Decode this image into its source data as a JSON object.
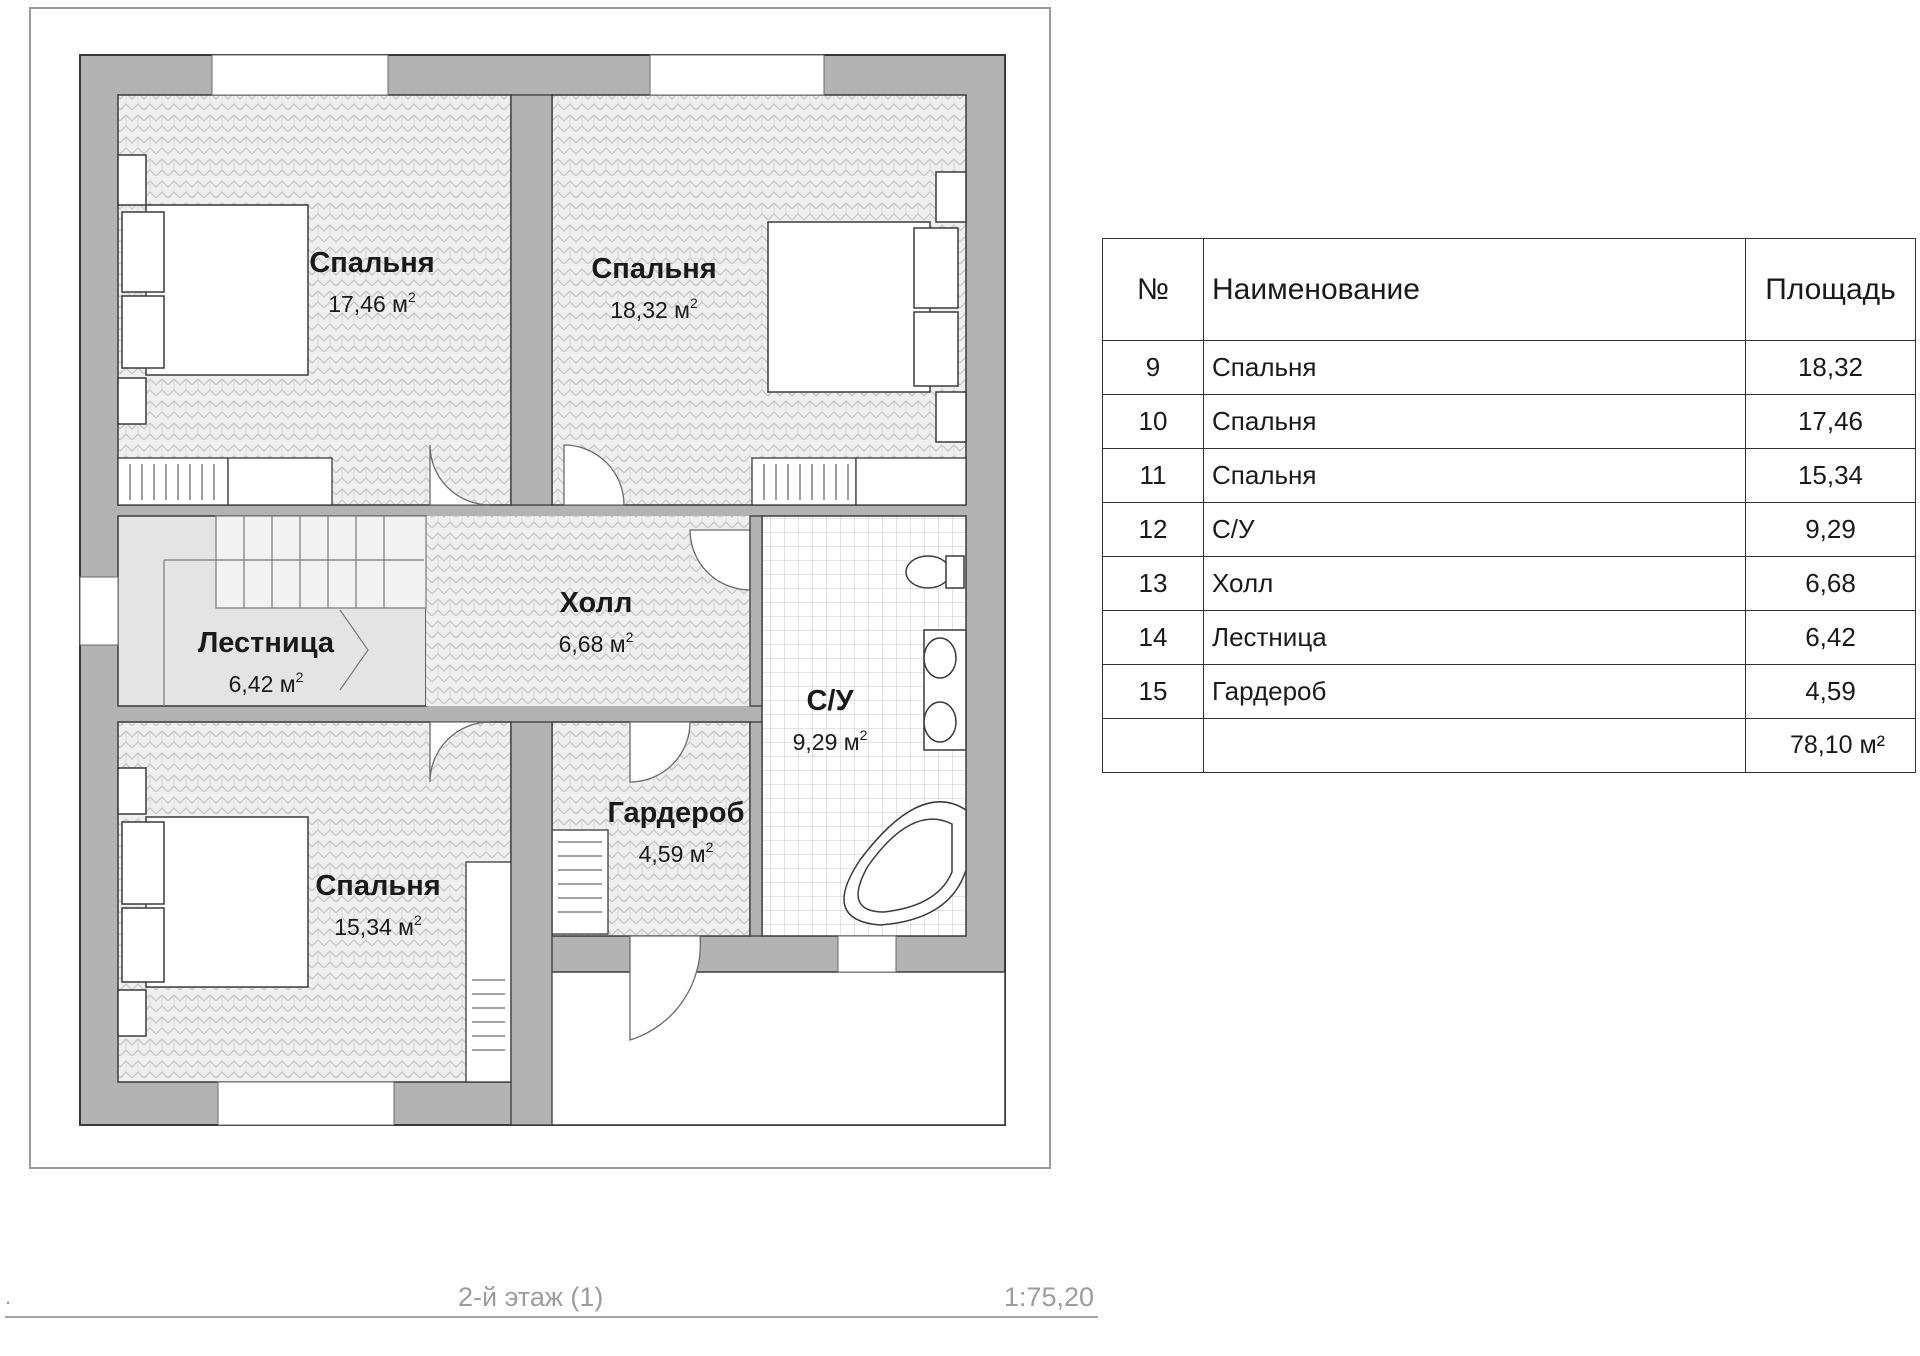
{
  "rooms": [
    {
      "name": "Спальня",
      "area": "17,46 м",
      "unit_sup": "2"
    },
    {
      "name": "Спальня",
      "area": "18,32 м",
      "unit_sup": "2"
    },
    {
      "name": "Лестница",
      "area": "6,42 м",
      "unit_sup": "2"
    },
    {
      "name": "Холл",
      "area": "6,68 м",
      "unit_sup": "2"
    },
    {
      "name": "С/У",
      "area": "9,29 м",
      "unit_sup": "2"
    },
    {
      "name": "Гардероб",
      "area": "4,59 м",
      "unit_sup": "2"
    },
    {
      "name": "Спальня",
      "area": "15,34 м",
      "unit_sup": "2"
    }
  ],
  "table": {
    "headers": {
      "num": "№",
      "name": "Наименование",
      "area": "Площадь"
    },
    "rows": [
      {
        "num": "9",
        "name": "Спальня",
        "area": "18,32"
      },
      {
        "num": "10",
        "name": "Спальня",
        "area": "17,46"
      },
      {
        "num": "11",
        "name": "Спальня",
        "area": "15,34"
      },
      {
        "num": "12",
        "name": "С/У",
        "area": "9,29"
      },
      {
        "num": "13",
        "name": "Холл",
        "area": "6,68"
      },
      {
        "num": "14",
        "name": "Лестница",
        "area": "6,42"
      },
      {
        "num": "15",
        "name": "Гардероб",
        "area": "4,59"
      }
    ],
    "total": "78,10 м²"
  },
  "footer": {
    "marker": ".",
    "floor_label": "2-й этаж (1)",
    "scale": "1:75,20"
  },
  "colors": {
    "wall": "#b3b3b3",
    "wall_stroke": "#3a3a3a",
    "floor": "#eeeeee",
    "tile": "#c7c7c7",
    "text": "#1a1a1a",
    "footer_text": "#9c9c9c"
  }
}
